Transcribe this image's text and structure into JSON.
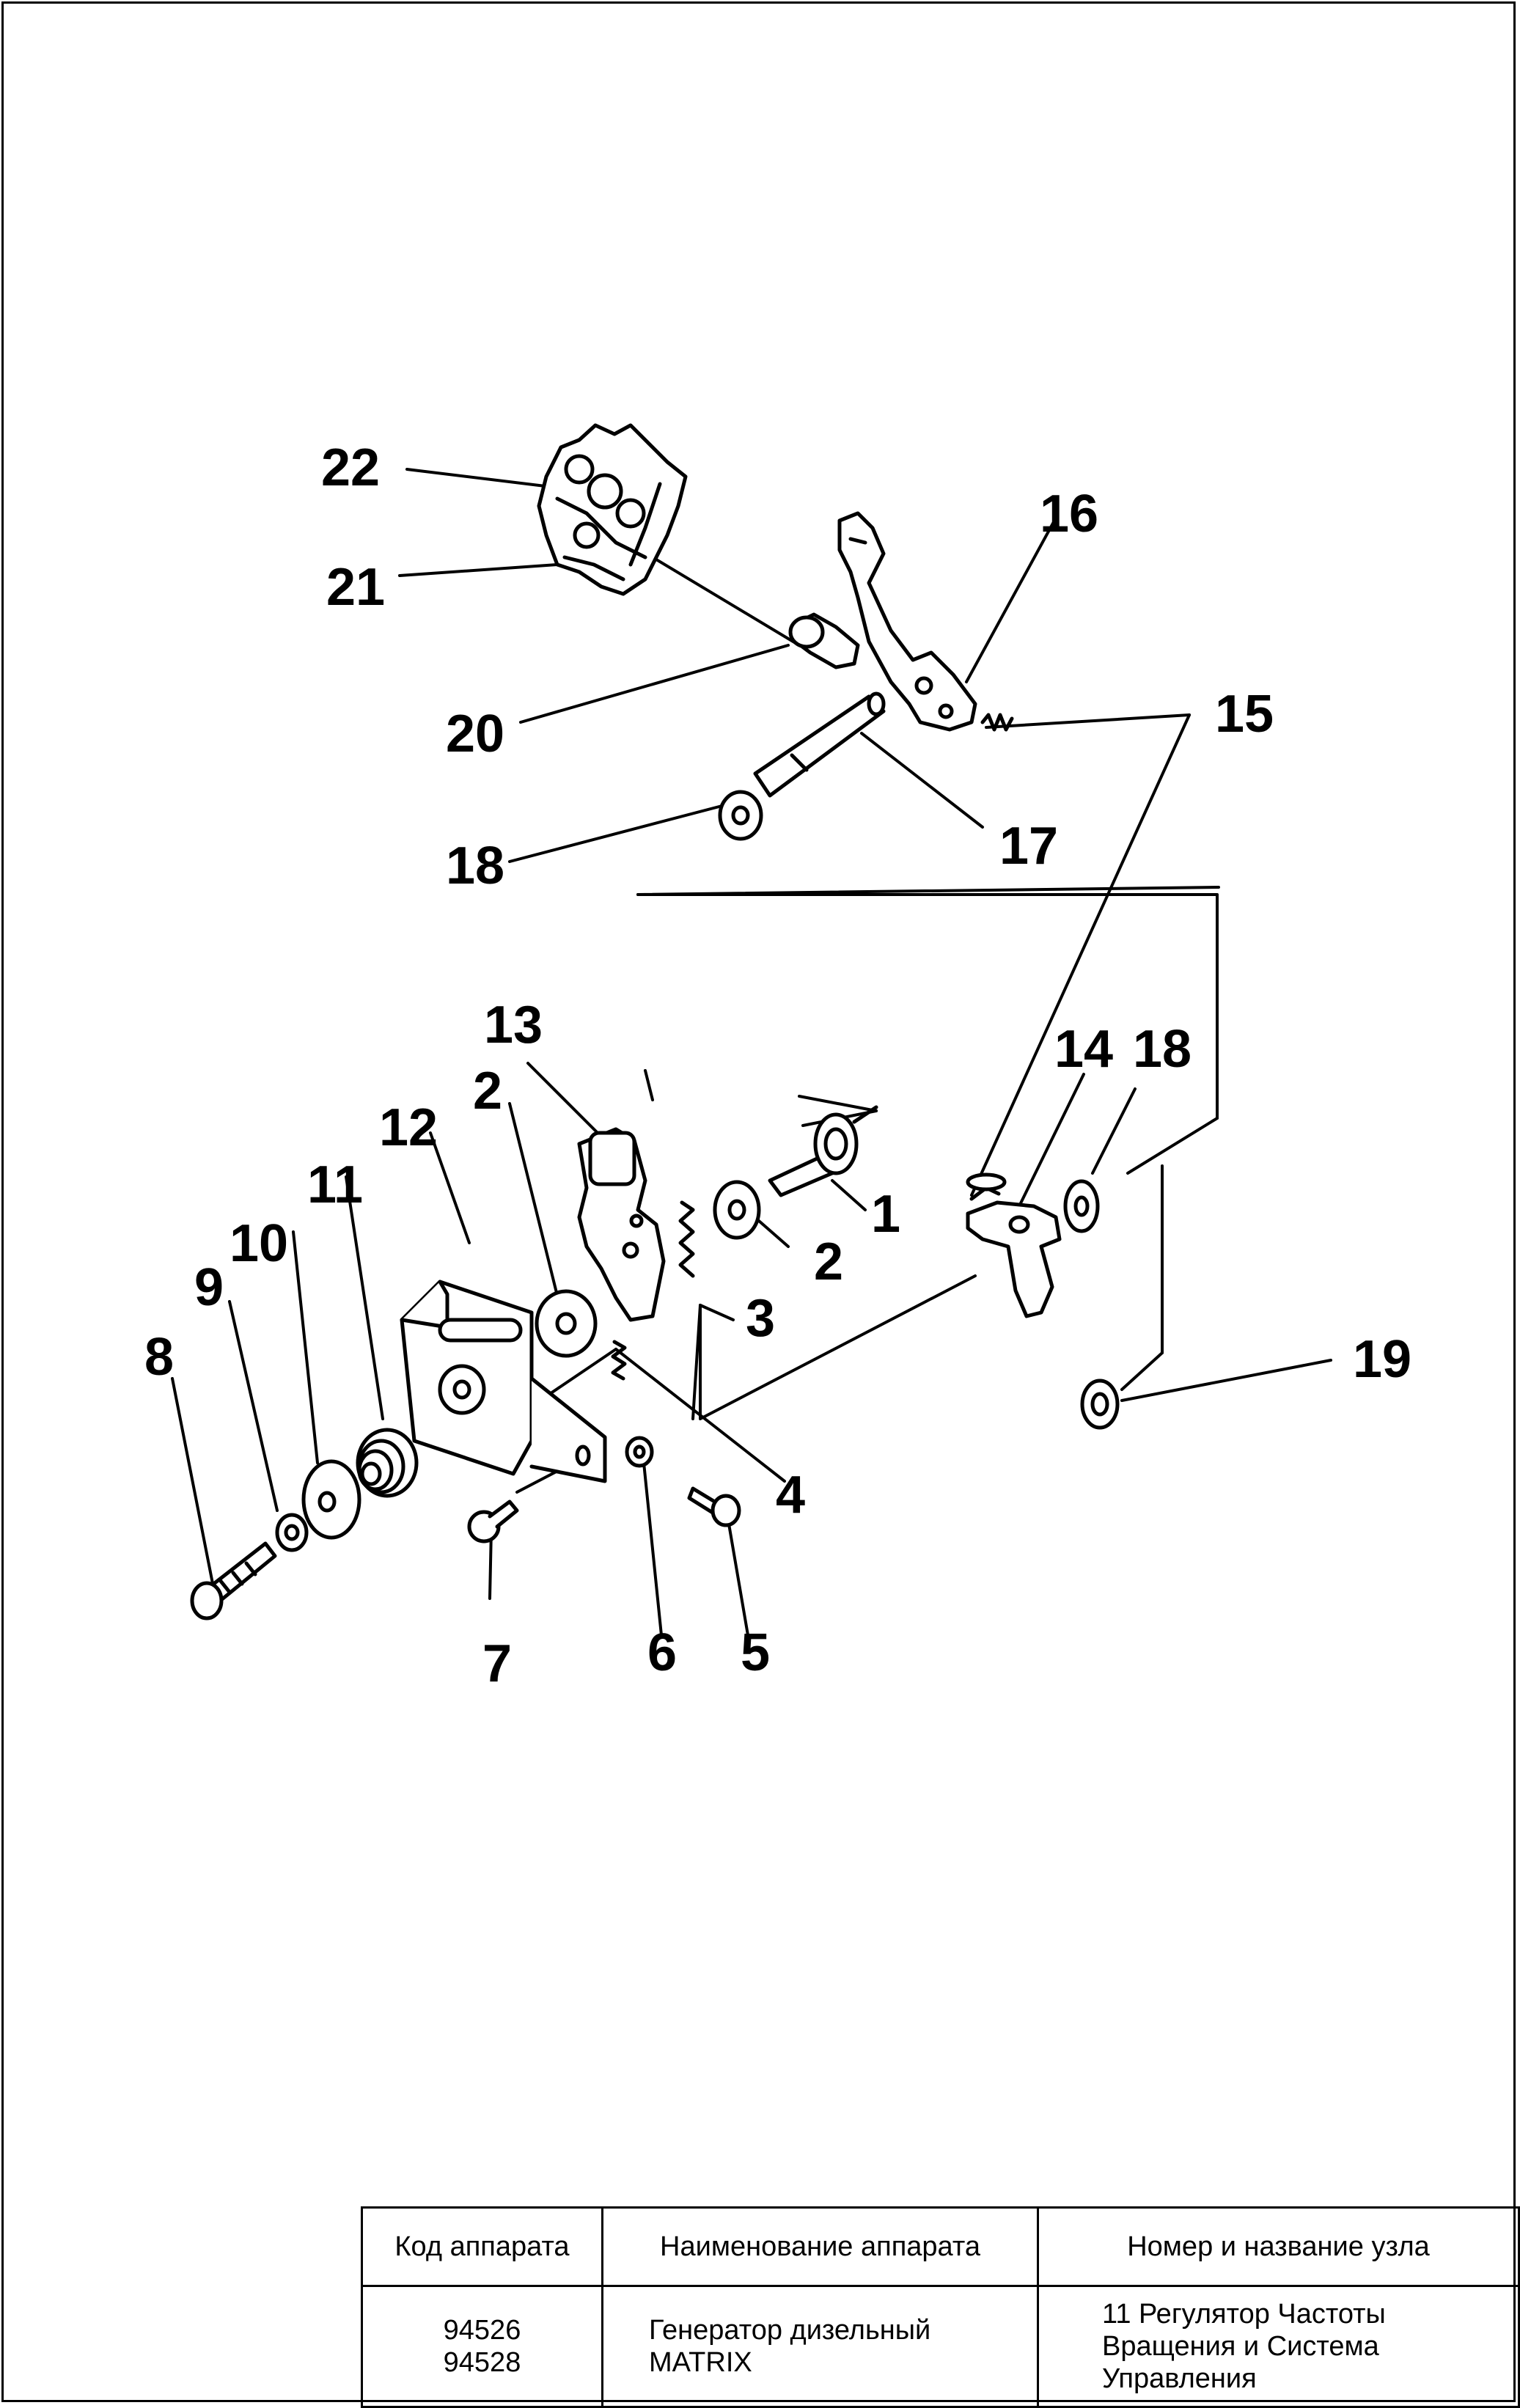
{
  "title_block": {
    "headers": {
      "code": "Код аппарата",
      "name": "Наименование аппарата",
      "assembly": "Номер и название узла"
    },
    "values": {
      "codes": [
        "94526",
        "94528"
      ],
      "name_lines": [
        "Генератор дизельный",
        "MATRIX"
      ],
      "assembly_lines": [
        "11 Регулятор Частоты",
        "Вращения и Система",
        "Управления"
      ]
    }
  },
  "diagram": {
    "callouts": [
      "22",
      "21",
      "20",
      "16",
      "15",
      "17",
      "18",
      "13",
      "2",
      "12",
      "14",
      "18",
      "11",
      "1",
      "10",
      "9",
      "2",
      "3",
      "8",
      "19",
      "4",
      "7",
      "6",
      "5"
    ]
  },
  "colors": {
    "ink": "#000000",
    "paper": "#ffffff"
  }
}
